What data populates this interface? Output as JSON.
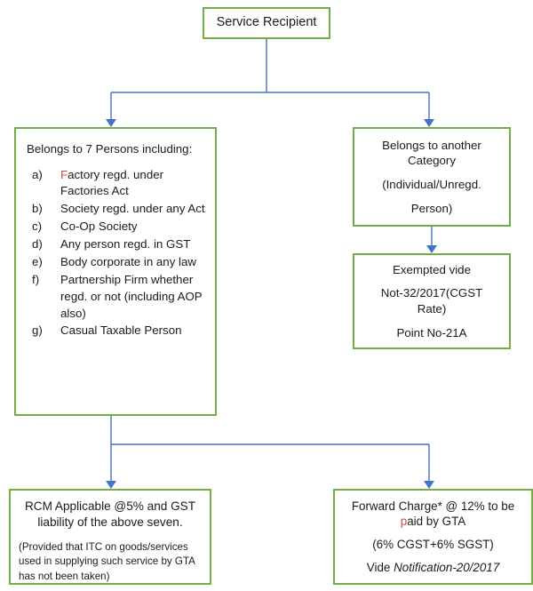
{
  "theme": {
    "box_border_color": "#70AD47",
    "connector_color": "#4472C4",
    "text_color": "#1a1a1a",
    "highlight_char_color": "#C0504D"
  },
  "diagram": {
    "type": "flowchart",
    "title_box": {
      "label": "Service Recipient"
    },
    "branch_left": {
      "heading": "Belongs to 7 Persons including:",
      "items": [
        {
          "marker": "a)",
          "text_before": "",
          "highlight": "F",
          "text_after": "actory regd. under Factories Act"
        },
        {
          "marker": "b)",
          "text": "Society regd. under any Act"
        },
        {
          "marker": "c)",
          "text": "Co-Op Society"
        },
        {
          "marker": "d)",
          "text": "Any person regd. in GST"
        },
        {
          "marker": "e)",
          "text": "Body corporate in any law"
        },
        {
          "marker": "f)",
          "text": "Partnership Firm whether regd. or not (including AOP also)"
        },
        {
          "marker": "g)",
          "text": "Casual Taxable Person"
        }
      ]
    },
    "branch_right": {
      "line1": "Belongs to another",
      "line2": "Category",
      "line3": "(Individual/Unregd.",
      "line4": "Person)"
    },
    "exempted": {
      "line1": "Exempted vide",
      "line2": "Not-32/2017(CGST",
      "line3": "Rate)",
      "line4": "Point No-21A"
    },
    "outcome_left": {
      "line1": "RCM Applicable @5% and GST",
      "line2": "liability of the above seven.",
      "note_line1": "(Provided that ITC on goods/services",
      "note_line2": "used in supplying such service by GTA",
      "note_line3": "has not been taken)"
    },
    "outcome_right": {
      "line1": "Forward Charge* @ 12% to be",
      "line2_highlight": "p",
      "line2_rest": "aid by GTA",
      "line3": "(6% CGST+6% SGST)",
      "line4_prefix": "Vide ",
      "line4_italic": "Notification-20/2017"
    }
  }
}
